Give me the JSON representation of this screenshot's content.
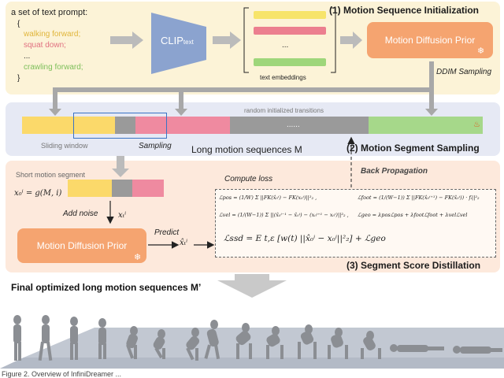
{
  "sections": {
    "s1": "(1) Motion Sequence Initialization",
    "s2": "(2) Motion Segment Sampling",
    "s3": "(3) Segment Score Distillation"
  },
  "prompt": {
    "title": "a set of text prompt:",
    "open": "{",
    "items": [
      "walking forward;",
      "squat down;",
      "...",
      "crawling forward;"
    ],
    "close": "}"
  },
  "clip": {
    "main": "CLIP",
    "sub": "text"
  },
  "embeddings": {
    "ellipsis": "...",
    "label": "text embeddings"
  },
  "prior_top": {
    "label": "Motion Diffusion Prior",
    "sampling": "DDIM Sampling"
  },
  "sequence": {
    "transitions_label": "random initialized transitions",
    "dots": "......",
    "sliding_window": "Sliding window",
    "sampling": "Sampling",
    "long_label": "Long motion sequences  M"
  },
  "segment": {
    "short_label": "Short motion segment",
    "x0_eq": "x₀ⁱ = g(M, i)",
    "add_noise": "Add noise",
    "xt": "xₜⁱ",
    "predict": "Predict",
    "xhat": "x̂ₜⁱ",
    "prior_label": "Motion Diffusion Prior",
    "back_prop": "Back Propagation"
  },
  "loss": {
    "title": "Compute  loss",
    "l_pos": "ℒpos = (1/W) Σ ||FK(x̂₀ⁱ) − FK(x₀ⁱ)||²₂ ,",
    "l_foot": "ℒfoot = (1/(W−1)) Σ ||FK(x̂₀ⁱ⁺¹) − FK(x̂₀ⁱ)) · fᵢ||²₂",
    "l_vel": "ℒvel = (1/(W−1)) Σ ||(x̂₀ⁱ⁻¹ − x̂₀ⁱ) − (x₀ⁱ⁺¹ − x₀ⁱ)||²₂ ,",
    "l_geo": "ℒgeo = λposℒpos + λfootℒfoot + λvelℒvel",
    "l_ssd": "ℒssd = E t,ε [w(t) ||x̂₀ⁱ − x₀ⁱ||²₂] + ℒgeo"
  },
  "final": {
    "label": "Final optimized long motion sequences M’"
  },
  "caption": "Figure 2. Overview of InfiniDreamer ...",
  "colors": {
    "yellow": "#fbd96a",
    "gray": "#9a9a9a",
    "pink": "#ef8aa0",
    "green": "#a6d88a",
    "prior": "#f5a470",
    "clip": "#8ba3cf",
    "window": "#3a73c4"
  }
}
